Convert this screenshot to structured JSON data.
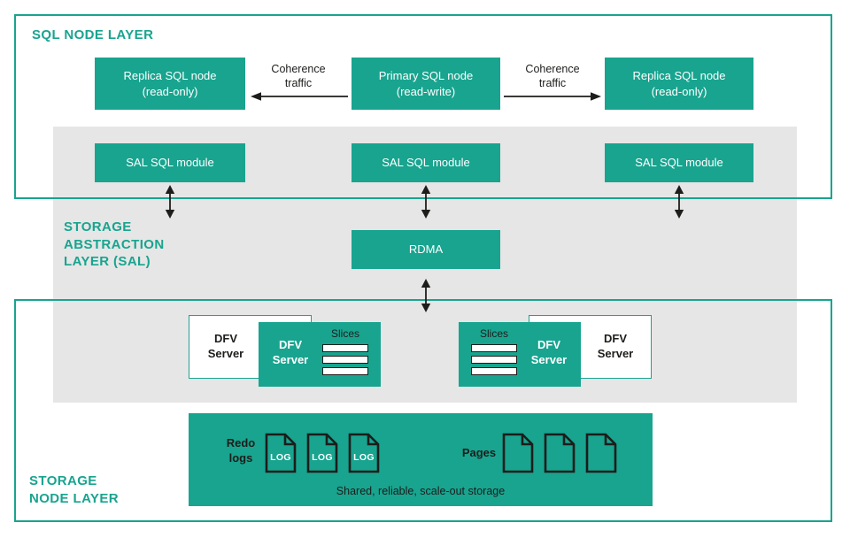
{
  "colors": {
    "teal": "#18a48f",
    "band_gray": "#e6e6e6",
    "ink": "#1d1d1b",
    "white": "#ffffff"
  },
  "sql_layer": {
    "title": "SQL NODE LAYER",
    "replica_left": "Replica SQL node\n(read-only)",
    "primary": "Primary SQL node\n(read-write)",
    "replica_right": "Replica SQL node\n(read-only)",
    "coherence_left": "Coherence\ntraffic",
    "coherence_right": "Coherence\ntraffic",
    "sal_module_left": "SAL SQL module",
    "sal_module_center": "SAL SQL module",
    "sal_module_right": "SAL SQL module"
  },
  "sal_layer": {
    "title": "STORAGE\nABSTRACTION\nLAYER (SAL)",
    "rdma_label": "RDMA"
  },
  "storage_layer": {
    "title": "STORAGE\nNODE LAYER",
    "dfv_outline_left": "DFV\nServer",
    "dfv_filled_left": "DFV\nServer",
    "slices_left": "Slices",
    "slices_right": "Slices",
    "dfv_filled_right": "DFV\nServer",
    "dfv_outline_right": "DFV\nServer",
    "storage_box": {
      "redo_logs_label": "Redo\nlogs",
      "log_label": "LOG",
      "pages_label": "Pages",
      "caption": "Shared, reliable, scale-out storage"
    }
  }
}
